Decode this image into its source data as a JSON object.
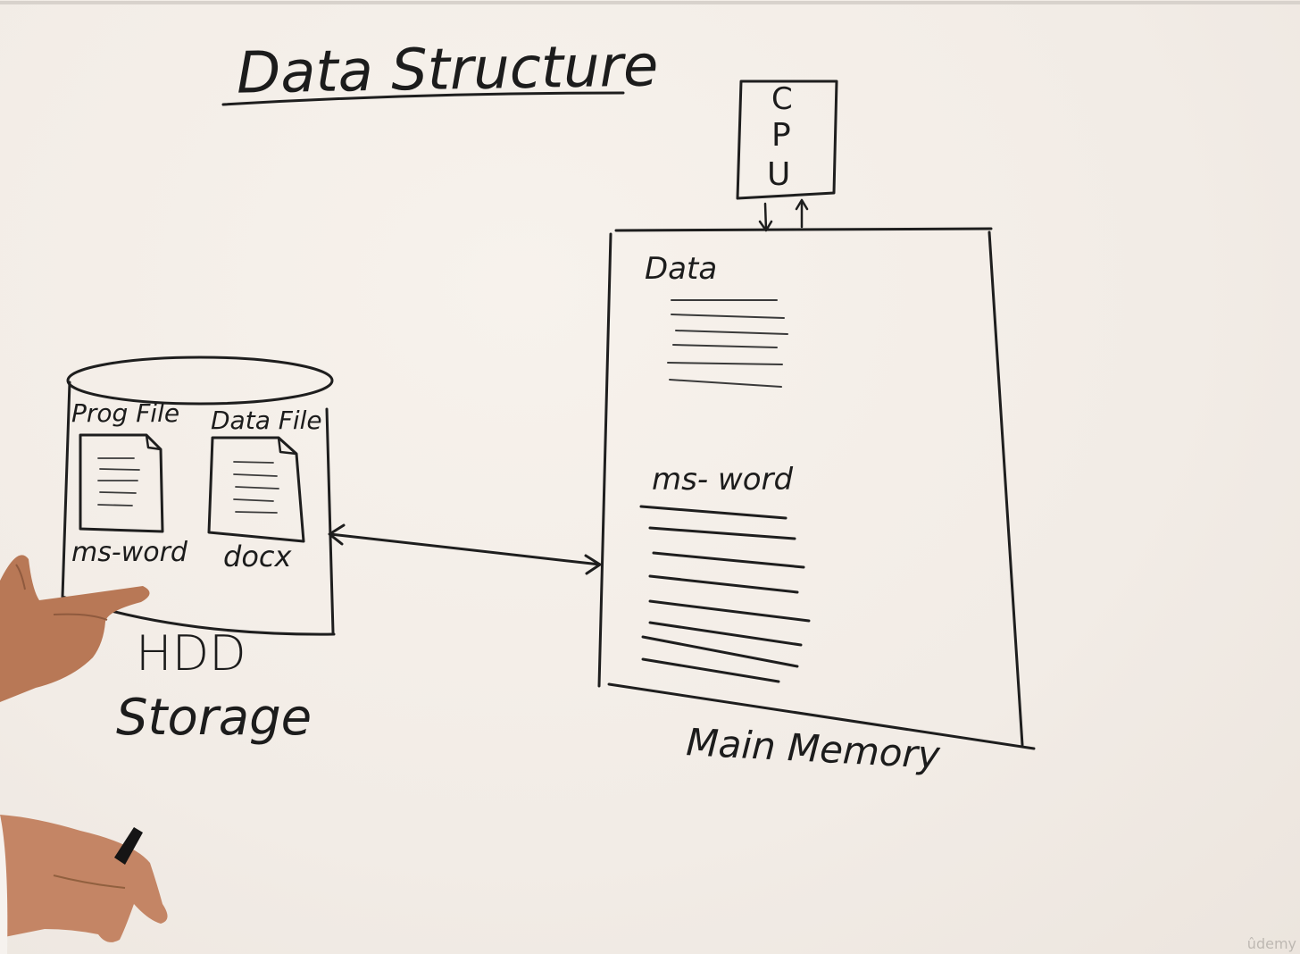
{
  "board": {
    "title": "Data Structure",
    "cpu": {
      "letters": [
        "C",
        "P",
        "U"
      ]
    },
    "hdd": {
      "prog_file_label": "Prog File",
      "data_file_label": "Data File",
      "prog_file_name": "ms-word",
      "data_file_name": "docx",
      "caption_line1": "HDD",
      "caption_line2": "Storage"
    },
    "memory": {
      "data_label": "Data",
      "program_label": "ms- word",
      "caption": "Main Memory"
    }
  },
  "watermark": "ûdemy",
  "colors": {
    "board": "#f4eee8",
    "marker": "#1e1e1e",
    "skin": "#c98a63"
  }
}
